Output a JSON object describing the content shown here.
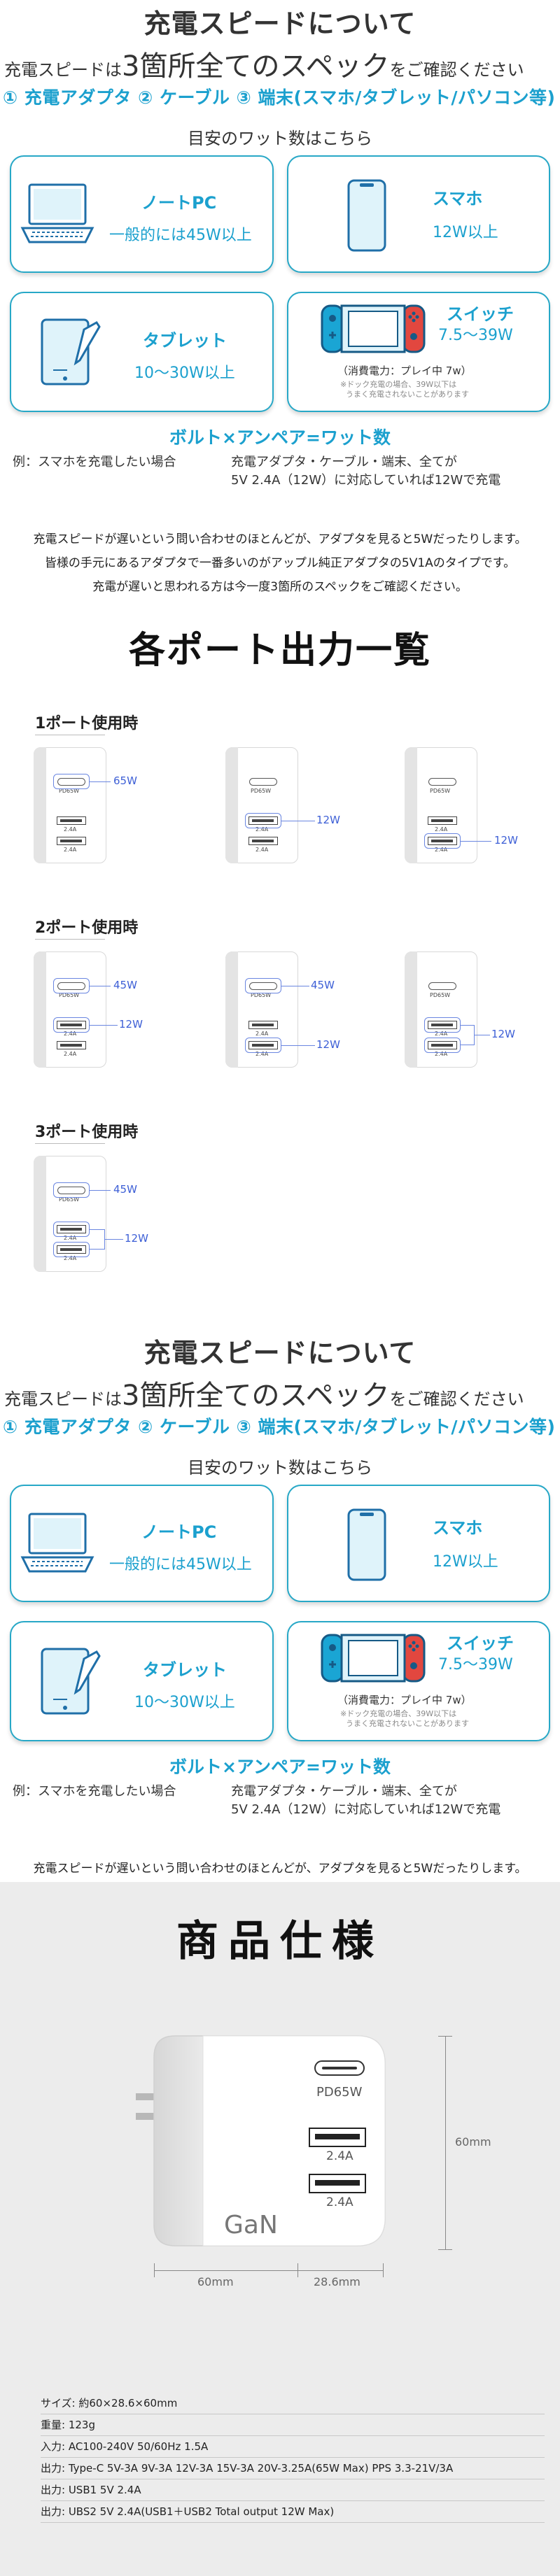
{
  "speed": {
    "title": "充電スピードについて",
    "check_pre": "充電スピードは",
    "check_big": "3箇所全てのスペック",
    "check_post": "をご確認ください",
    "three_points": "① 充電アダプタ ② ケーブル ③ 端末(スマホ/タブレット/パソコン等)",
    "watt_guide": "目安のワット数はこちら",
    "cards": {
      "notebook": {
        "title": "ノートPC",
        "watt": "一般的には45W以上"
      },
      "phone": {
        "title": "スマホ",
        "watt": "12W以上"
      },
      "tablet": {
        "title": "タブレット",
        "watt": "10〜30W以上"
      },
      "switch": {
        "title": "スイッチ",
        "watt": "7.5〜39W",
        "consumption": "（消費電力：プレイ中 7w）",
        "note1": "※ドック充電の場合、39W以下は",
        "note2": "うまく充電されないことがあります"
      }
    },
    "formula": "ボルト×アンペア=ワット数",
    "example_label": "例：スマホを充電したい場合",
    "example_line1": "充電アダプタ・ケーブル・端末、全てが",
    "example_line2": "5V 2.4A（12W）に対応していれば12Wで充電",
    "para1": "充電スピードが遅いという問い合わせのほとんどが、アダプタを見ると5Wだったりします。",
    "para2": "皆様の手元にあるアダプタで一番多いのがアップル純正アダプタの5V1Aのタイプです。",
    "para3": "充電が遅いと思われる方は今一度3箇所のスペックをご確認ください。"
  },
  "ports": {
    "title": "各ポート出力一覧",
    "one_port": "1ポート使用時",
    "two_port": "2ポート使用時",
    "three_port": "3ポート使用時",
    "pd_label": "PD65W",
    "usb_label": "2.4A",
    "w65": "65W",
    "w45": "45W",
    "w12": "12W"
  },
  "spec": {
    "title": "商品仕様",
    "product": {
      "pd": "PD65W",
      "usb1": "2.4A",
      "usb2": "2.4A",
      "brand": "GaN"
    },
    "dims": {
      "height": "60mm",
      "width": "60mm",
      "depth": "28.6mm"
    },
    "rows": [
      "サイズ: 約60×28.6×60mm",
      "重量: 123g",
      "入力: AC100-240V 50/60Hz 1.5A",
      "出力: Type-C 5V-3A 9V-3A 12V-3A 15V-3A 20V-3.25A(65W Max) PPS 3.3-21V/3A",
      "出力: USB1 5V 2.4A",
      "出力: UBS2 5V 2.4A(USB1＋USB2 Total output 12W Max)"
    ]
  },
  "colors": {
    "accent": "#1ba0ce",
    "port_line": "#6a86e0"
  }
}
